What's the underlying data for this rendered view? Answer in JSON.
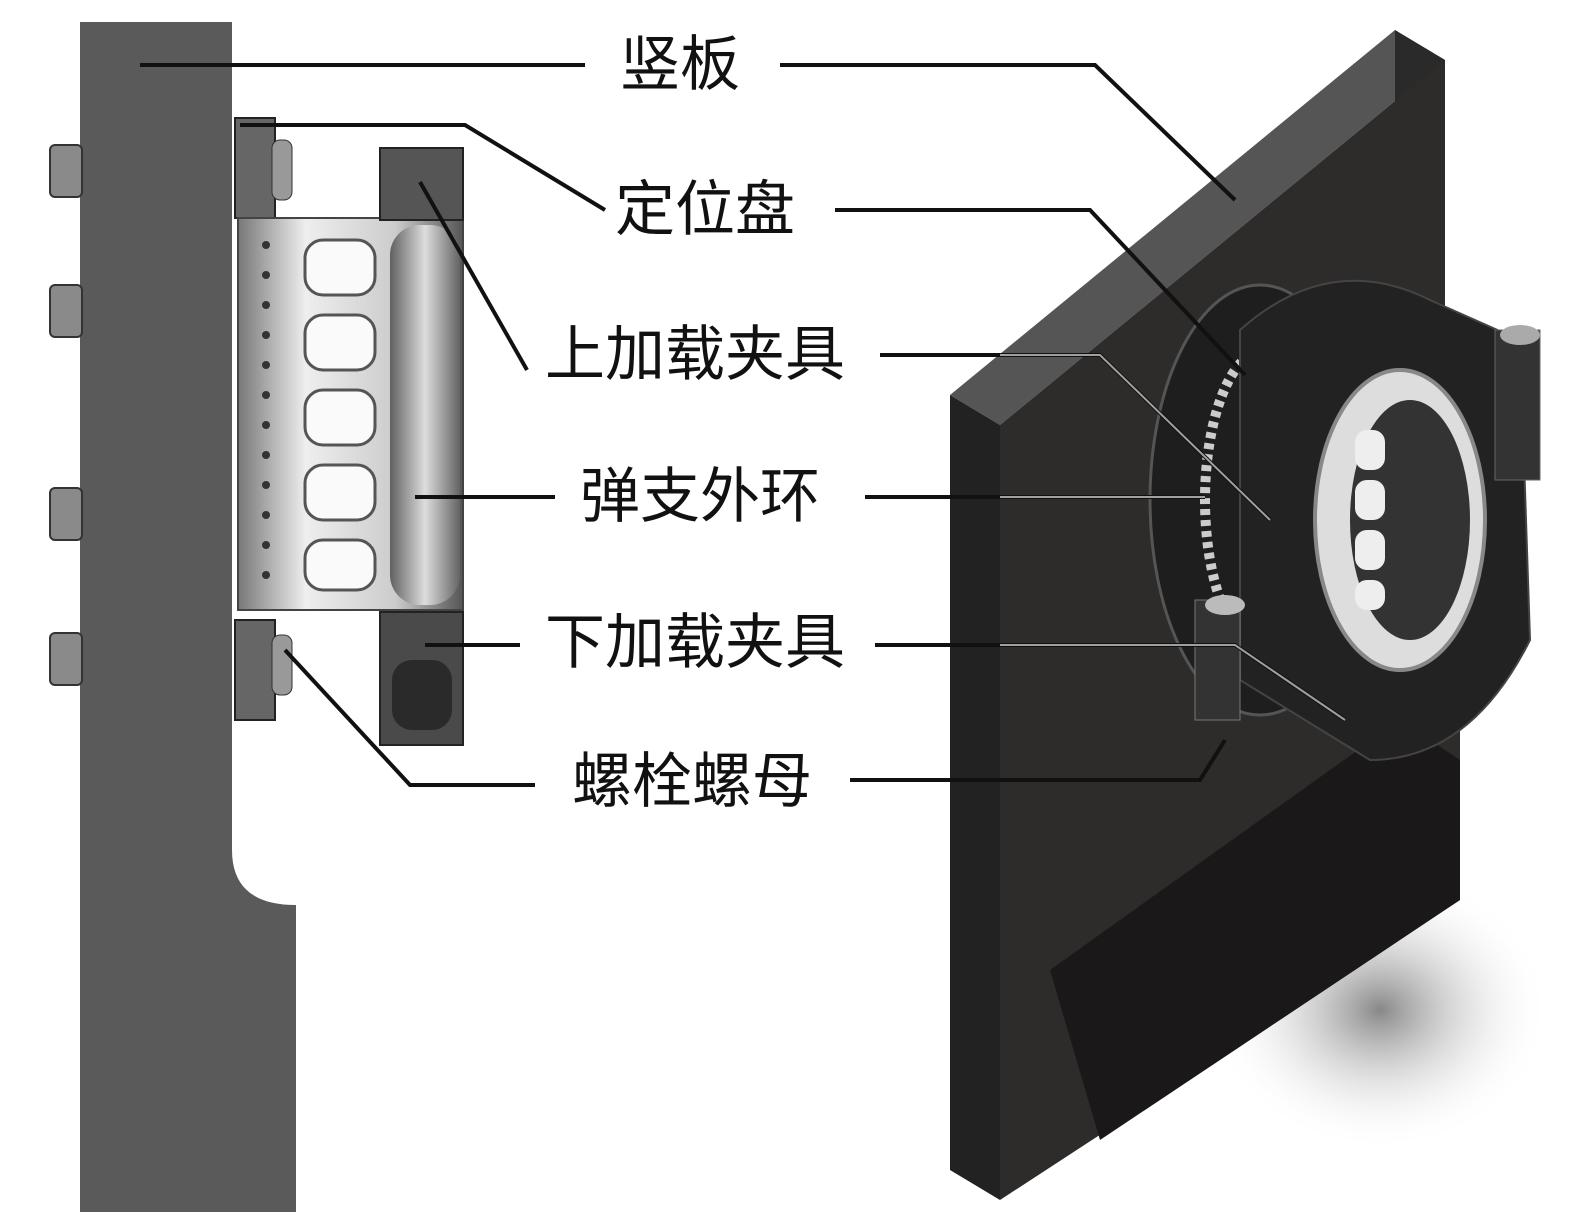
{
  "labels": {
    "vertical_plate": "竖板",
    "positioning_disk": "定位盘",
    "upper_loading_fixture": "上加载夹具",
    "elastic_support_outer_ring": "弹支外环",
    "lower_loading_fixture": "下加载夹具",
    "bolt_nut": "螺栓螺母"
  }
}
